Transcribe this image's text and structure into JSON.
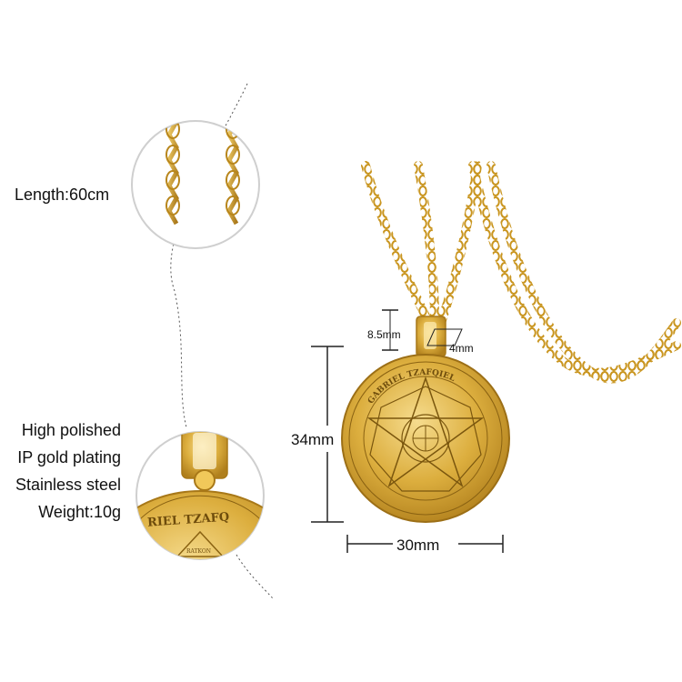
{
  "specs": {
    "length": "Length:60cm",
    "finish_1": "High polished",
    "finish_2": "IP gold plating",
    "material": "Stainless steel",
    "weight": "Weight:10g"
  },
  "dimensions": {
    "bail_height": "8.5mm",
    "bail_width": "4mm",
    "pendant_height": "34mm",
    "pendant_width": "30mm"
  },
  "engraving": {
    "top_text": "GABRIEL TZAFQIEL",
    "closeup_text": "RIEL TZAFQ",
    "small_text": "RATKON"
  },
  "colors": {
    "gold": "#d9a834",
    "gold_dark": "#a87818",
    "gold_light": "#f3d27a"
  }
}
